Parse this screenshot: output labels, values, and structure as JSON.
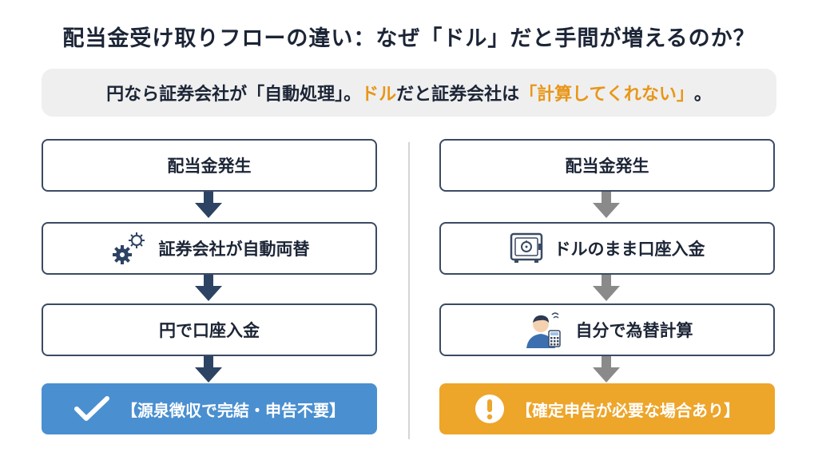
{
  "title": "配当金受け取りフローの違い：なぜ「ドル」だと手間が増えるのか？",
  "banner": {
    "part1": "円なら証券会社が「自動処理」。",
    "part2": "ドル",
    "part3": "だと証券会社は",
    "part4": "「計算してくれない」",
    "part5": "。"
  },
  "left": {
    "step1": "配当金発生",
    "step2": "証券会社が自動両替",
    "step2_icon": "gears-icon",
    "step3": "円で口座入金",
    "result": "【源泉徴収で完結・申告不要】",
    "result_icon": "check-icon"
  },
  "right": {
    "step1": "配当金発生",
    "step2": "ドルのまま口座入金",
    "step2_icon": "safe-icon",
    "step3": "自分で為替計算",
    "step3_icon": "person-calculator-icon",
    "result": "【確定申告が必要な場合あり】",
    "result_icon": "exclamation-icon"
  },
  "colors": {
    "left_arrow": "#2d4363",
    "right_arrow": "#8a8a8a",
    "left_result": "#4a8fd0",
    "right_result": "#eda52a",
    "highlight": "#e89618"
  }
}
